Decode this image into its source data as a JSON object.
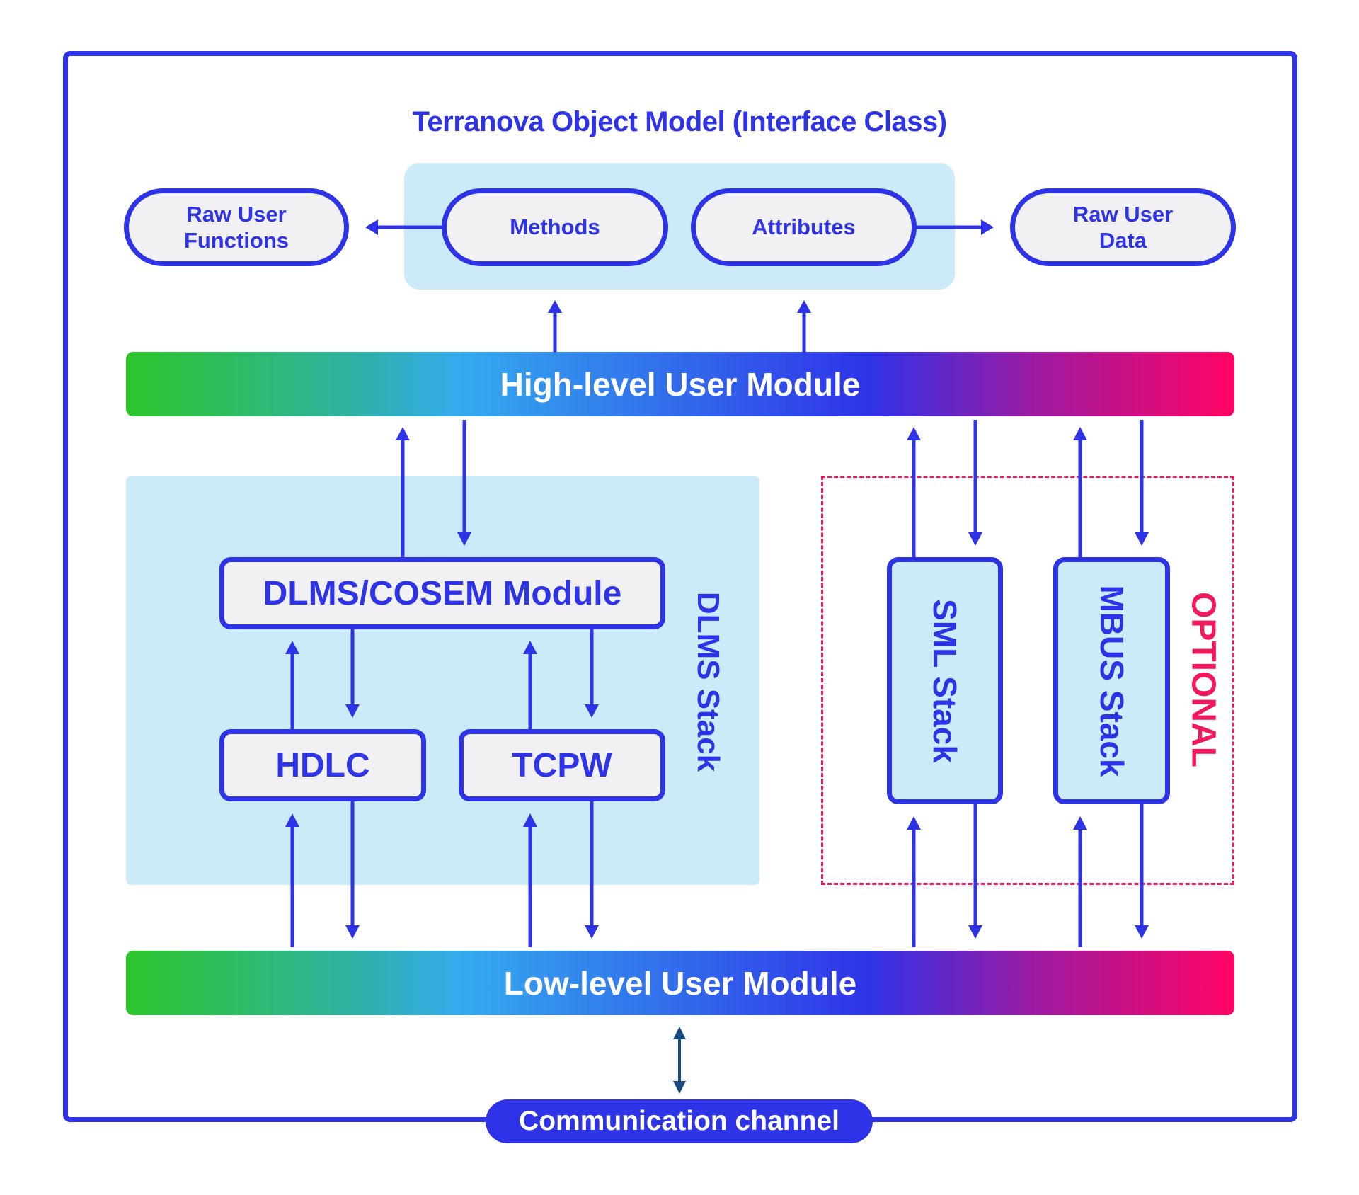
{
  "diagram": {
    "title": "Terranova Object Model (Interface Class)",
    "interface_class": {
      "methods": "Methods",
      "attributes": "Attributes"
    },
    "raw_user_functions": "Raw User Functions",
    "raw_user_data": "Raw User Data",
    "high_level_module": "High-level User Module",
    "dlms_stack": {
      "label": "DLMS Stack",
      "cosem_module": "DLMS/COSEM Module",
      "hdlc": "HDLC",
      "tcpw": "TCPW"
    },
    "optional": {
      "label": "OPTIONAL",
      "sml_stack": "SML Stack",
      "mbus_stack": "MBUS Stack"
    },
    "low_level_module": "Low-level User Module",
    "communication_channel": "Communication channel",
    "colors": {
      "primary_blue": "#2e33e8",
      "panel_light_blue": "#cdeaf9",
      "box_fill": "#f1f1f3",
      "optional_pink": "#f0195e",
      "gradient_start_green": "#2dc52a",
      "gradient_end_pink": "#ff0463",
      "channel_arrow": "#184a7e"
    }
  }
}
